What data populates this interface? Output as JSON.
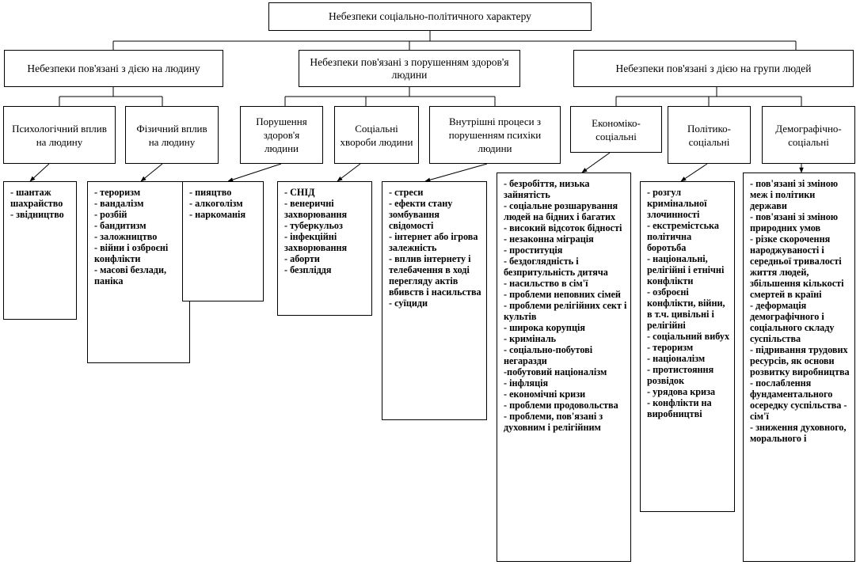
{
  "root": "Небезпеки соціально-політичного характеру",
  "groups": [
    "Небезпеки пов'язані з дією на людину",
    "Небезпеки пов'язані з порушенням здоров'я людини",
    "Небезпеки пов'язані з дією на групи людей"
  ],
  "categories": [
    "Психологічний вплив на людину",
    "Фізичний вплив на людину",
    "Порушення здоров'я людини",
    "Соціальні хвороби людини",
    "Внутрішні процеси з порушенням психіки людини",
    "Економіко-соціальні",
    "Політико-соціальні",
    "Демографічно-соціальні"
  ],
  "lists": [
    [
      "- шантаж",
      "шахрайство",
      "- звідництво"
    ],
    [
      "- тероризм",
      "- вандалізм",
      "- розбій",
      "- бандитизм",
      "- заложництво",
      "- війни і озброєні конфлікти",
      "- масові безлади, паніка"
    ],
    [
      "- пияцтво",
      "- алкоголізм",
      "- наркоманія"
    ],
    [
      "- СНІД",
      "- венеричні захворювання",
      "- туберкульоз",
      "- інфекційні захворювання",
      "- аборти",
      "- безпліддя"
    ],
    [
      "- стреси",
      "- ефекти стану зомбування свідомості",
      "- інтернет або ігрова залежність",
      "- вплив інтернету і телебачення в ході перегляду актів вбивств і насильства",
      "- суїциди"
    ],
    [
      "- безробіття, низька зайнятість",
      "- соціальне розшарування людей на бідних і багатих",
      "- високий відсоток бідності",
      "- незаконна міграція",
      "- проституція",
      "- бездоглядність і безпритульність дитяча",
      "- насильство в сім'ї",
      "- проблеми неповних сімей",
      "- проблеми релігійних сект і культів",
      "- широка корупція",
      "- криміналь",
      "- соціально-побутові негаразди",
      "-побутовий націоналізм",
      "- інфляція",
      "- економічні кризи",
      "- проблеми продовольства",
      "- проблеми, пов'язані з духовним і релігійним"
    ],
    [
      "- розгул кримінальної злочинності",
      "- екстремістська політична боротьба",
      "- національні, релігійні і етнічні конфлікти",
      "- озброєні конфлікти, війни, в т.ч. цивільні і релігійні",
      "- соціальний вибух",
      "- тероризм",
      "- націоналізм",
      "- протистояння розвідок",
      "- урядова криза",
      "- конфлікти на виробництві"
    ],
    [
      "- пов'язані зі зміною меж і політики держави",
      "- пов'язані зі зміною природних умов",
      "- різке скорочення народжуваності і середньої тривалості життя людей, збільшення кількості смертей в країні",
      "- деформація демографічного і соціального складу суспільства",
      "- підривання трудових ресурсів, як основи розвитку виробництва",
      "- послаблення фундаментального осередку суспільства - сім'ї",
      "- зниження духовного, морального і"
    ]
  ]
}
